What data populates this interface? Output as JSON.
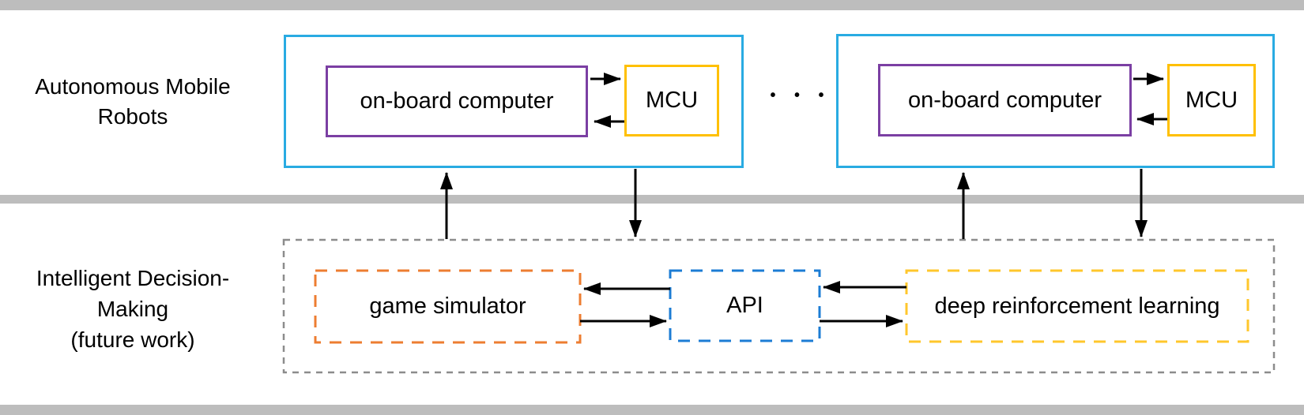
{
  "colors": {
    "divider": "#bdbdbd",
    "text": "#000000",
    "robot_border": "#29abe2",
    "computer_border": "#7b3fa3",
    "mcu_border": "#ffc000",
    "container_border": "#8c8c8c",
    "simulator_border": "#ed7d31",
    "api_border": "#1c7cd4",
    "drl_border": "#ffc72c",
    "arrow": "#000000"
  },
  "top_section": {
    "label_lines": [
      "Autonomous Mobile",
      "Robots"
    ],
    "robots": [
      {
        "computer": "on-board computer",
        "mcu": "MCU"
      },
      {
        "computer": "on-board computer",
        "mcu": "MCU"
      }
    ],
    "separator_dots": "• • •"
  },
  "bottom_section": {
    "label_lines": [
      "Intelligent Decision-",
      "Making",
      "(future work)"
    ],
    "simulator": "game simulator",
    "api": "API",
    "drl": "deep reinforcement learning"
  }
}
